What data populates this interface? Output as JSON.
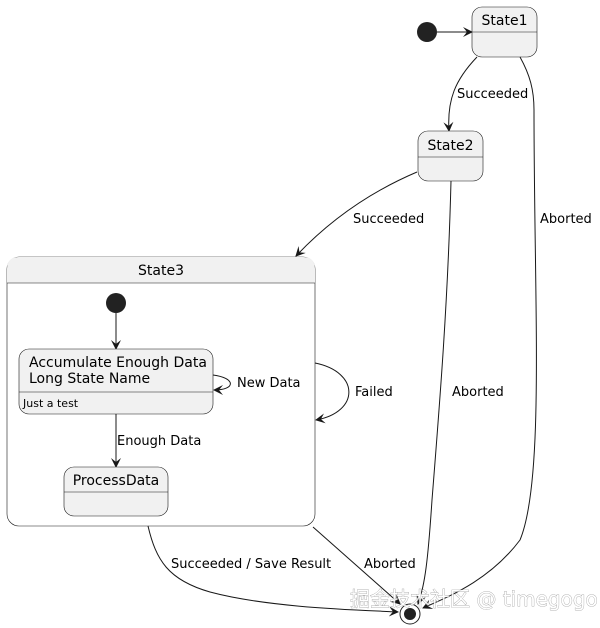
{
  "diagram": {
    "type": "state-diagram",
    "states": {
      "state1": {
        "name": "State1"
      },
      "state2": {
        "name": "State2"
      },
      "state3": {
        "name": "State3"
      },
      "accumulate": {
        "name_line1": "Accumulate Enough Data",
        "name_line2": "Long State Name",
        "description": "Just a test"
      },
      "process": {
        "name": "ProcessData"
      }
    },
    "transitions": [
      {
        "from": "start",
        "to": "State1",
        "label": ""
      },
      {
        "from": "State1",
        "to": "State2",
        "label": "Succeeded"
      },
      {
        "from": "State1",
        "to": "end",
        "label": "Aborted"
      },
      {
        "from": "State2",
        "to": "State3",
        "label": "Succeeded"
      },
      {
        "from": "State2",
        "to": "end",
        "label": "Aborted"
      },
      {
        "from": "State3",
        "to": "State3",
        "label": "Failed"
      },
      {
        "from": "State3",
        "to": "end",
        "label": "Succeeded / Save Result"
      },
      {
        "from": "State3",
        "to": "end",
        "label": "Aborted"
      },
      {
        "from": "inner-start",
        "to": "Accumulate Enough Data",
        "label": ""
      },
      {
        "from": "Accumulate Enough Data",
        "to": "Accumulate Enough Data",
        "label": "New Data"
      },
      {
        "from": "Accumulate Enough Data",
        "to": "ProcessData",
        "label": "Enough Data"
      }
    ],
    "labels": {
      "s1_s2": "Succeeded",
      "s1_end": "Aborted",
      "s2_s3": "Succeeded",
      "s2_end": "Aborted",
      "s3_failed": "Failed",
      "s3_end_success": "Succeeded / Save Result",
      "s3_end_abort": "Aborted",
      "new_data": "New Data",
      "enough_data": "Enough Data"
    }
  },
  "watermark": "掘金技术社区 @ timegogo"
}
